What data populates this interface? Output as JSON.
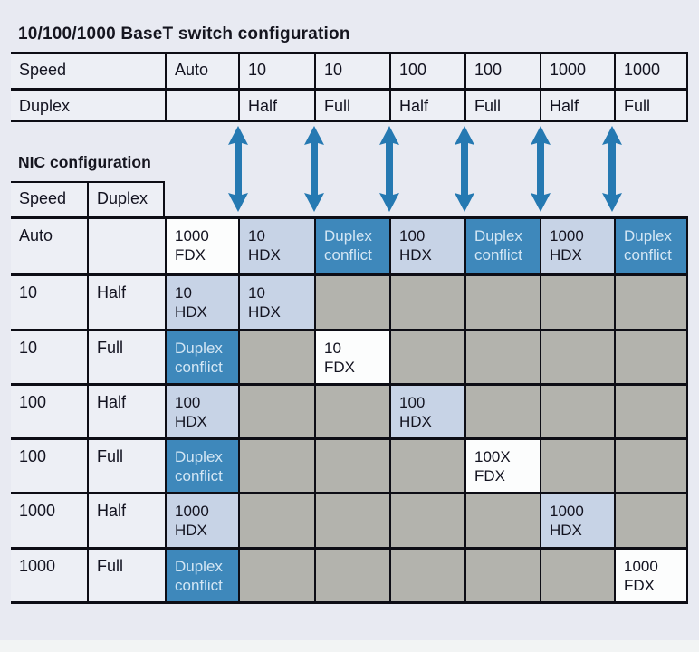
{
  "colors": {
    "page_background": "#e8eaf2",
    "border": "#0d0d15",
    "cell_label": "#edeff5",
    "cell_empty_gray": "#b3b3ad",
    "cell_hdx_blue": "#c7d3e6",
    "cell_fdx_white": "#fcfdfd",
    "cell_conflict_blue": "#3e88bb",
    "conflict_text": "#d3e6f4",
    "arrow_blue": "#2579b2"
  },
  "switch_table": {
    "title": "10/100/1000 BaseT switch configuration",
    "row_labels": {
      "speed": "Speed",
      "duplex": "Duplex"
    },
    "columns": [
      {
        "speed": "Auto",
        "duplex": ""
      },
      {
        "speed": "10",
        "duplex": "Half"
      },
      {
        "speed": "10",
        "duplex": "Full"
      },
      {
        "speed": "100",
        "duplex": "Half"
      },
      {
        "speed": "100",
        "duplex": "Full"
      },
      {
        "speed": "1000",
        "duplex": "Half"
      },
      {
        "speed": "1000",
        "duplex": "Full"
      }
    ]
  },
  "link_arrows": {
    "icon": "double-vertical-arrow-icon",
    "count": 6,
    "x_centers": [
      263,
      347,
      430,
      513,
      597,
      676
    ]
  },
  "nic_table": {
    "title": "NIC configuration",
    "headers": {
      "speed": "Speed",
      "duplex": "Duplex"
    },
    "rows": [
      {
        "speed": "Auto",
        "duplex": "",
        "cells": [
          {
            "text": "1000\nFDX",
            "type": "fdx"
          },
          {
            "text": "10\nHDX",
            "type": "hdx"
          },
          {
            "text": "Duplex\nconflict",
            "type": "conflict"
          },
          {
            "text": "100\nHDX",
            "type": "hdx"
          },
          {
            "text": "Duplex\nconflict",
            "type": "conflict"
          },
          {
            "text": "1000\nHDX",
            "type": "hdx"
          },
          {
            "text": "Duplex\nconflict",
            "type": "conflict"
          }
        ]
      },
      {
        "speed": "10",
        "duplex": "Half",
        "cells": [
          {
            "text": "10\nHDX",
            "type": "hdx"
          },
          {
            "text": "10\nHDX",
            "type": "hdx"
          },
          {
            "text": "",
            "type": "empty"
          },
          {
            "text": "",
            "type": "empty"
          },
          {
            "text": "",
            "type": "empty"
          },
          {
            "text": "",
            "type": "empty"
          },
          {
            "text": "",
            "type": "empty"
          }
        ]
      },
      {
        "speed": "10",
        "duplex": "Full",
        "cells": [
          {
            "text": "Duplex\nconflict",
            "type": "conflict"
          },
          {
            "text": "",
            "type": "empty"
          },
          {
            "text": "10\nFDX",
            "type": "fdx"
          },
          {
            "text": "",
            "type": "empty"
          },
          {
            "text": "",
            "type": "empty"
          },
          {
            "text": "",
            "type": "empty"
          },
          {
            "text": "",
            "type": "empty"
          }
        ]
      },
      {
        "speed": "100",
        "duplex": "Half",
        "cells": [
          {
            "text": "100\nHDX",
            "type": "hdx"
          },
          {
            "text": "",
            "type": "empty"
          },
          {
            "text": "",
            "type": "empty"
          },
          {
            "text": "100\nHDX",
            "type": "hdx"
          },
          {
            "text": "",
            "type": "empty"
          },
          {
            "text": "",
            "type": "empty"
          },
          {
            "text": "",
            "type": "empty"
          }
        ]
      },
      {
        "speed": "100",
        "duplex": "Full",
        "cells": [
          {
            "text": "Duplex\nconflict",
            "type": "conflict"
          },
          {
            "text": "",
            "type": "empty"
          },
          {
            "text": "",
            "type": "empty"
          },
          {
            "text": "",
            "type": "empty"
          },
          {
            "text": "100X\nFDX",
            "type": "fdx"
          },
          {
            "text": "",
            "type": "empty"
          },
          {
            "text": "",
            "type": "empty"
          }
        ]
      },
      {
        "speed": "1000",
        "duplex": "Half",
        "cells": [
          {
            "text": "1000\nHDX",
            "type": "hdx"
          },
          {
            "text": "",
            "type": "empty"
          },
          {
            "text": "",
            "type": "empty"
          },
          {
            "text": "",
            "type": "empty"
          },
          {
            "text": "",
            "type": "empty"
          },
          {
            "text": "1000\nHDX",
            "type": "hdx"
          },
          {
            "text": "",
            "type": "empty"
          }
        ]
      },
      {
        "speed": "1000",
        "duplex": "Full",
        "cells": [
          {
            "text": "Duplex\nconflict",
            "type": "conflict"
          },
          {
            "text": "",
            "type": "empty"
          },
          {
            "text": "",
            "type": "empty"
          },
          {
            "text": "",
            "type": "empty"
          },
          {
            "text": "",
            "type": "empty"
          },
          {
            "text": "",
            "type": "empty"
          },
          {
            "text": "1000\nFDX",
            "type": "fdx"
          }
        ]
      }
    ]
  }
}
